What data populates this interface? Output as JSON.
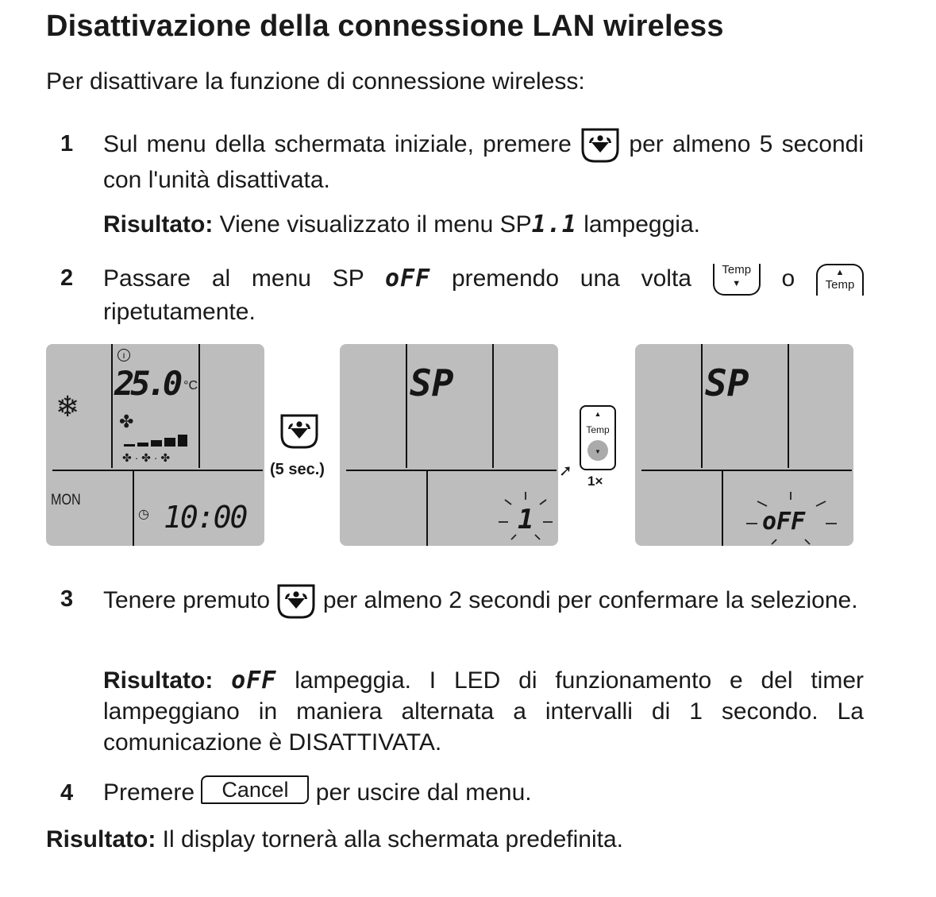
{
  "title": "Disattivazione della connessione LAN wireless",
  "intro": "Per disattivare la funzione di connessione wireless:",
  "steps": [
    {
      "num": "1",
      "pre": "Sul menu della schermata iniziale, premere",
      "post": "per almeno 5 secondi con l'unità disattivata.",
      "result_label": "Risultato:",
      "result_pre": "Viene visualizzato il menu SP",
      "result_code": "1.1",
      "result_post": "lampeggia."
    },
    {
      "num": "2",
      "pre": "Passare al menu SP",
      "code": "oFF",
      "mid": "premendo una volta",
      "or": "o",
      "post": "ripetutamente.",
      "temp_label": "Temp"
    },
    {
      "num": "3",
      "pre": "Tenere premuto",
      "post": "per almeno 2 secondi per confermare la selezione.",
      "result_label": "Risultato:",
      "result_code": "oFF",
      "result_post": "lampeggia. I LED di funzionamento e del timer lampeggiano in maniera alternata a intervalli di 1 secondo. La comunicazione è DISATTIVATA."
    },
    {
      "num": "4",
      "pre": "Premere",
      "button": "Cancel",
      "post": "per uscire dal menu."
    }
  ],
  "final": {
    "label": "Risultato:",
    "text": "Il display tornerà alla schermata predefinita."
  },
  "figure": {
    "lcd1": {
      "temp": "25.0",
      "unit": "°C",
      "day": "MON",
      "time": "10:00"
    },
    "hold_label": "(5 sec.)",
    "lcd2": {
      "menu": "SP",
      "value": "1"
    },
    "temp_button_label": "Temp",
    "press_count": "1×",
    "lcd3": {
      "menu": "SP",
      "value": "oFF"
    }
  }
}
